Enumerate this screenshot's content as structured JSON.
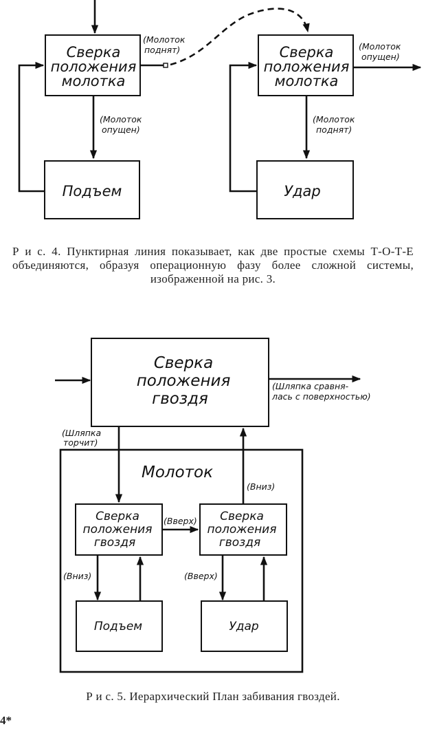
{
  "figure4": {
    "left_tote": {
      "test_box": [
        "Сверка",
        "положения",
        "молотка"
      ],
      "operate_box": "Подъем",
      "edge_right": [
        "(Молоток",
        "поднят)"
      ],
      "edge_down": [
        "(Молоток",
        "опущен)"
      ]
    },
    "right_tote": {
      "test_box": [
        "Сверка",
        "положения",
        "молотка"
      ],
      "operate_box": "Удар",
      "edge_right": [
        "(Молоток",
        "опущен)"
      ],
      "edge_down": [
        "(Молоток",
        "поднят)"
      ]
    },
    "caption": "Р и с.  4.  Пунктирная линия показывает, как две простые схемы Т-О-Т-Е объединяются, образуя операционную фазу более слож­ной системы, изображенной на рис. 3."
  },
  "figure5": {
    "top_test_box": [
      "Сверка",
      "положения",
      "гвоздя"
    ],
    "edge_exit": [
      "(Шляпка сравня-",
      "лась с поверхностью)"
    ],
    "edge_sticks": [
      "(Шляпка",
      "торчит)"
    ],
    "hammer_label": "Молоток",
    "edge_hammer_down": "(Вниз)",
    "inner_left_test": [
      "Сверка",
      "положения",
      "гвоздя"
    ],
    "inner_right_test": [
      "Сверка",
      "положения",
      "гвоздя"
    ],
    "edge_up_between": "(Вверх)",
    "edge_left_down": "(Вниз)",
    "edge_right_up": "(Вверх)",
    "lift_box": "Подъем",
    "strike_box": "Удар",
    "caption": "Р и с.  5.  Иерархический План забивания гвоздей."
  },
  "page_mark": "4*"
}
